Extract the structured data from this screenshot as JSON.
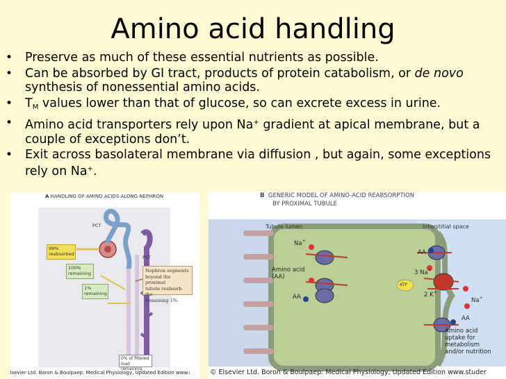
{
  "slide": {
    "title": "Amino acid handling",
    "bullets": [
      {
        "text": "Preserve as much of these essential nutrients as possible."
      },
      {
        "text_a": "Can be absorbed by GI tract, products of protein catabolism, or ",
        "text_italic": "de novo",
        "text_b": " synthesis of nonessential amino acids."
      },
      {
        "text_a": "T",
        "text_sub": "M",
        "text_b": " values lower than that of glucose, so can excrete excess in urine."
      },
      {
        "text_a": "Amino acid transporters rely upon Na",
        "text_sup": "+",
        "text_b": " gradient at apical membrane, but a couple of exceptions don’t."
      },
      {
        "text_a": "Exit across basolateral membrane via diffusion , but again, some exceptions rely on Na",
        "text_sup": "+",
        "text_b": "."
      }
    ]
  },
  "figure_a": {
    "letter": "A",
    "title": "HANDLING OF AMINO ACIDS ALONG NEPHRON",
    "pct": "PCT",
    "pst": "PST",
    "box_99_line1": "99%",
    "box_99_line2": "reabsorbed",
    "box_100_line1": "100%",
    "box_100_line2": "remaining",
    "box_1_line1": "1%",
    "box_1_line2": "remaining",
    "note_line1": "Nephron segments",
    "note_line2": "beyond the proximal",
    "note_line3": "tubule reabsorb the",
    "note_line4": "remaining 1%.",
    "bottom_line1": "0% of filtered",
    "bottom_line2": "load remaining",
    "caption": "© Elsevier Ltd. Boron & Boulpaep: Medical Physiology, Updated Edition   www.stu"
  },
  "figure_b": {
    "letter": "B",
    "title_line1": "GENERIC MODEL OF AMINO-ACID REABSORPTION",
    "title_line2": "BY PROXIMAL TUBULE",
    "tubule_lumen": "Tubule lumen",
    "interstitial": "Interstitial space",
    "na": "Na",
    "na_sup": "+",
    "aa1": "AA",
    "amino_acid_line1": "Amino acid",
    "amino_acid_line2": "(AA)",
    "aa2": "AA",
    "aa_right1": "AA",
    "three_na": "3 Na",
    "atp": "ATP",
    "two_k": "2 K",
    "na_right": "Na",
    "aa_right2": "AA",
    "uptake_line1": "Amino acid",
    "uptake_line2": "uptake for",
    "uptake_line3": "metabolism",
    "uptake_line4": "and/or nutrition",
    "caption": "© Elsevier Ltd. Boron & Boulpaep: Medical Physiology, Updated Edition   www.studer"
  }
}
